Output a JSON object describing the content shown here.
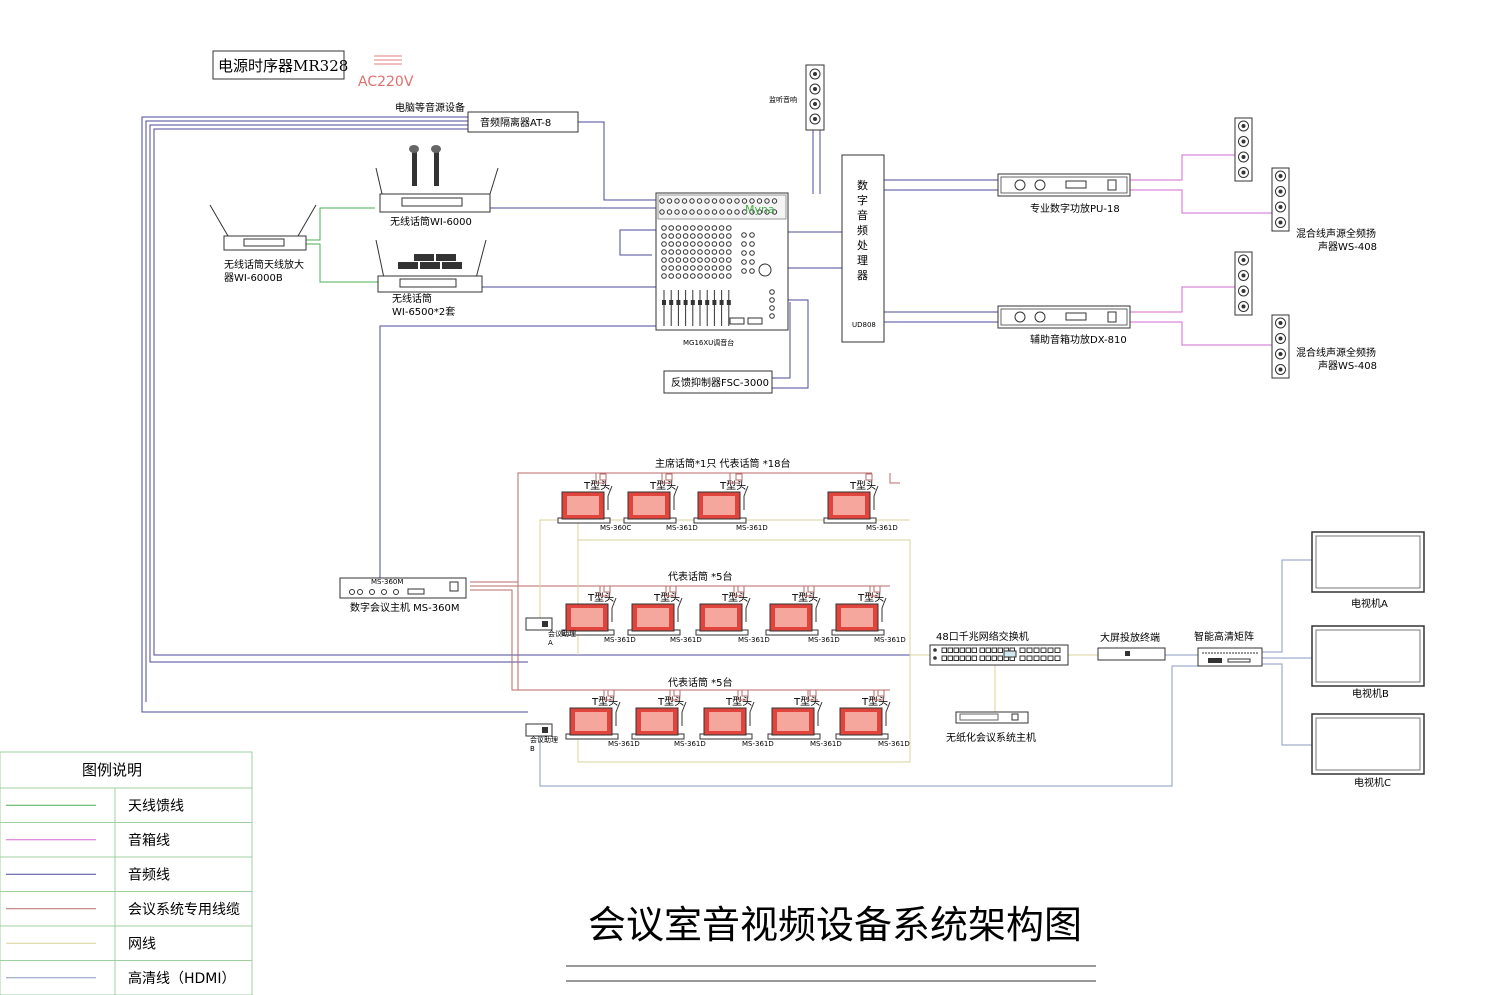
{
  "colors": {
    "antenna": "#4caf50",
    "speaker": "#d36bd3",
    "audio": "#4a4a9a",
    "conference": "#b86a6a",
    "network": "#d8d39a",
    "hdmi": "#8a9ac0",
    "mic_red": "#e0443c"
  },
  "top": {
    "sequencer": "电源时序器MR328",
    "ac": "AC220V",
    "pc_source": "电脑等音源设备",
    "isolator": "音频隔离器AT-8",
    "monitor": "监听音响"
  },
  "wireless": {
    "mic1": "无线话筒WI-6000",
    "amp_line1": "无线话筒天线放大",
    "amp_line2": "器WI-6000B",
    "mic2_line1": "无线话筒",
    "mic2_line2": "WI-6500*2套"
  },
  "mixer": {
    "brand": "Myna",
    "model": "MG16XU调音台"
  },
  "feedback": "反馈抑制器FSC-3000",
  "dsp": {
    "chars": [
      "数",
      "字",
      "音",
      "频",
      "处",
      "理",
      "器"
    ],
    "model": "UD808"
  },
  "amps": {
    "amp1": "专业数字功放PU-18",
    "amp2": "辅助音箱功放DX-810"
  },
  "speakers": {
    "spk1_line1": "混合线声源全频扬",
    "spk1_line2": "声器WS-408",
    "spk2_line1": "混合线声源全频扬",
    "spk2_line2": "声器WS-408"
  },
  "conference": {
    "row1_title": "主席话筒*1只  代表话筒 *18台",
    "row2_title": "代表话筒  *5台",
    "row3_title": "代表话筒  *5台",
    "t_head": "T型头",
    "chair_model": "MS-360C",
    "delegate_model": "MS-361D",
    "host": "数字会议主机  MS-360M",
    "host_panel": "MS-360M",
    "aux_a_line1": "会议助理",
    "aux_a_line2": "A",
    "aux_b_line1": "会议助理",
    "aux_b_line2": "B"
  },
  "network": {
    "switch": "48口千兆网络交换机",
    "paperless": "无纸化会议系统主机",
    "terminal": "大屏投放终端",
    "matrix": "智能高清矩阵",
    "tv_a": "电视机A",
    "tv_b": "电视机B",
    "tv_c": "电视机C"
  },
  "legend": {
    "title": "图例说明",
    "items": [
      {
        "label": "天线馈线",
        "color": "#4caf50"
      },
      {
        "label": "音箱线",
        "color": "#d36bd3"
      },
      {
        "label": "音频线",
        "color": "#4a4a9a"
      },
      {
        "label": "会议系统专用线缆",
        "color": "#b86a6a"
      },
      {
        "label": "网线",
        "color": "#d8d39a"
      },
      {
        "label": "高清线（HDMI）",
        "color": "#8a9ac0"
      }
    ]
  },
  "title": "会议室音视频设备系统架构图"
}
